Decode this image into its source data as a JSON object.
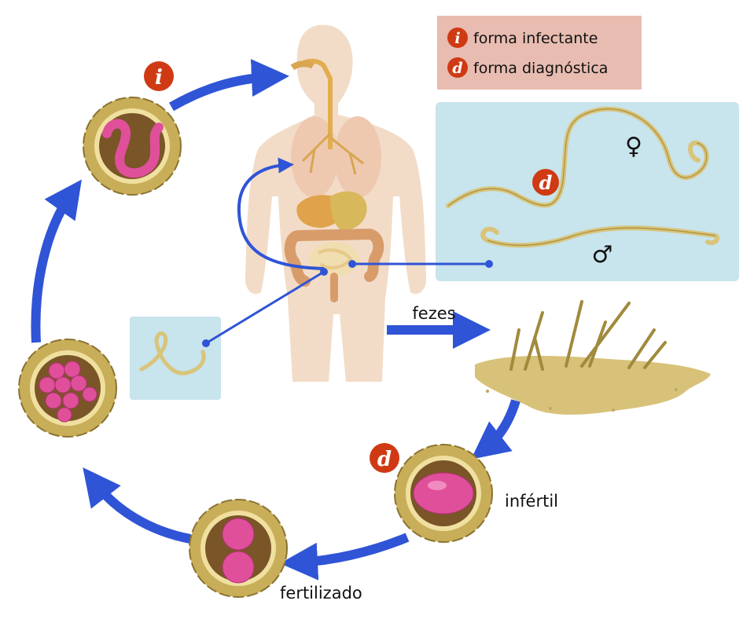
{
  "legend": {
    "infectante": {
      "symbol": "i",
      "label": "forma infectante"
    },
    "diagnostica": {
      "symbol": "d",
      "label": "forma diagnóstica"
    }
  },
  "labels": {
    "fezes": "fezes",
    "infertil": "infértil",
    "fertilizado": "fertilizado",
    "female_symbol": "♀",
    "male_symbol": "♂"
  },
  "badges": {
    "infective": "i",
    "diagnostic_worms": "d",
    "diagnostic_egg": "d"
  },
  "colors": {
    "arrow_blue": "#3054d6",
    "legend_bg": "#e8bcb0",
    "panel_bg": "#c8e4ec",
    "badge_red": "#cf3a14",
    "egg_shell": "#c9ae5a",
    "egg_shell_stroke": "#8a7330",
    "egg_inner": "#7a5528",
    "embryo_pink": "#e0509a",
    "worm": "#d9c47a",
    "body": "#f2dcc8",
    "soil": "#d8c27a"
  }
}
